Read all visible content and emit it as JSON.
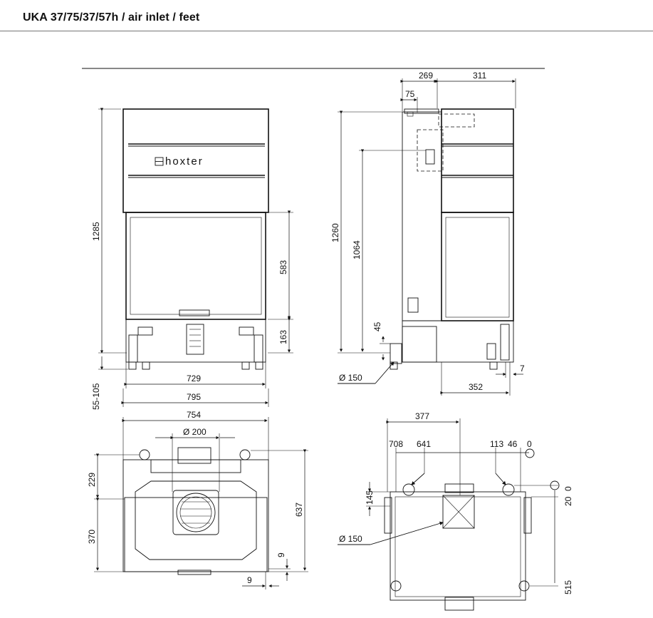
{
  "header": {
    "title": "UKA 37/75/37/57h / air inlet / feet"
  },
  "front": {
    "logo": "hoxter",
    "dims": {
      "height_total": "1285",
      "glass_h": "583",
      "base_h": "163",
      "width_inner": "729",
      "width_outer": "795",
      "feet_h": "55-105"
    }
  },
  "side": {
    "dims": {
      "top_left": "269",
      "top_right": "311",
      "offset": "75",
      "height_total": "1260",
      "inlet_h": "1064",
      "inlet_low": "45",
      "inlet_dia": "Ø 150",
      "foot_offset": "7",
      "depth": "352"
    }
  },
  "top": {
    "dims": {
      "width": "754",
      "flue_dia": "Ø 200",
      "d229": "229",
      "d370": "370",
      "d637": "637",
      "d9a": "9",
      "d9b": "9"
    }
  },
  "bottom": {
    "dims": {
      "d377": "377",
      "d708": "708",
      "d641": "641",
      "d113": "113",
      "d46": "46",
      "d0": "0",
      "d145": "145",
      "d20": "20",
      "d0b": "0",
      "inlet_dia": "Ø 150",
      "d515": "515"
    }
  }
}
